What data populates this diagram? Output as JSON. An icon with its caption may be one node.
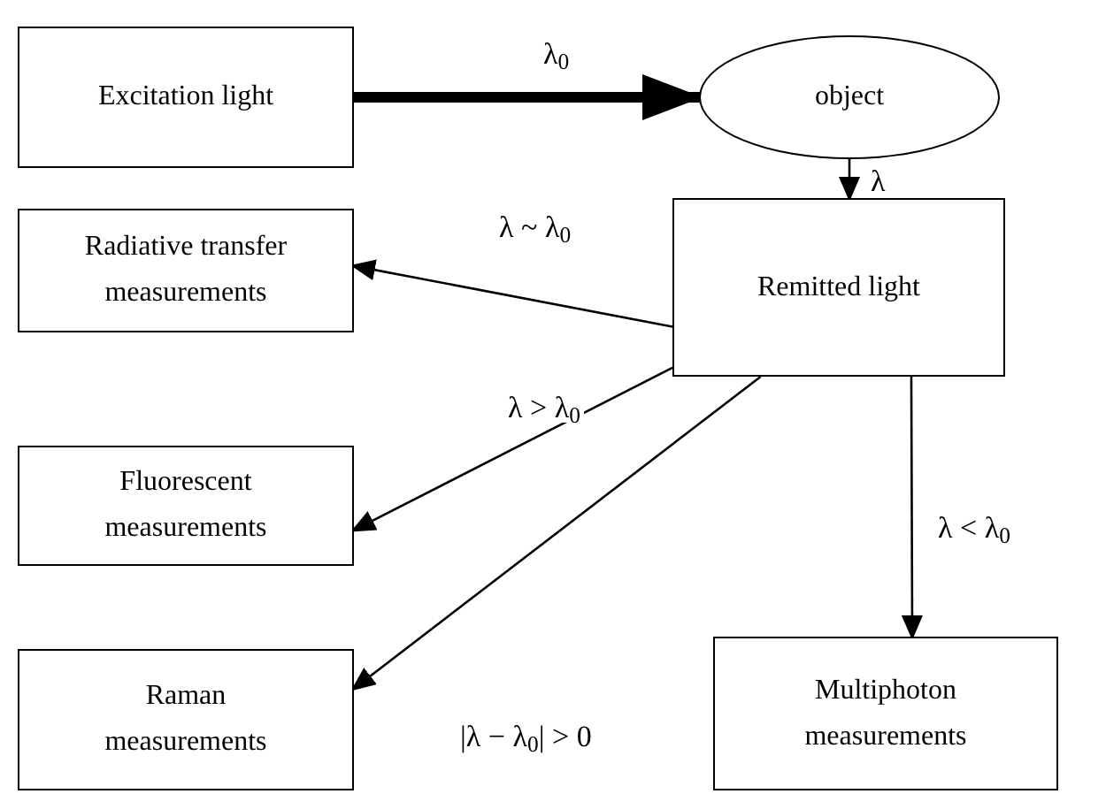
{
  "diagram": {
    "nodes": [
      {
        "text": [
          "Excitation light"
        ]
      },
      {
        "text": [
          "object"
        ]
      },
      {
        "text": [
          "Radiative transfer measurements"
        ]
      },
      {
        "text": [
          "Remitted light"
        ]
      },
      {
        "text": [
          "Fluorescent measurements"
        ]
      },
      {
        "text": [
          "Raman measurements"
        ]
      },
      {
        "text": [
          "Multiphoton measurements"
        ]
      }
    ],
    "edges": [
      {
        "from": 0,
        "to": 1,
        "arrow": "to",
        "label": "λ$_{0}$",
        "style": "thick"
      },
      {
        "from": 1,
        "to": 3,
        "arrow": "to",
        "label": "λ"
      },
      {
        "from": 3,
        "to": 2,
        "arrow": "to",
        "label": "λ ~ λ$_{0}$"
      },
      {
        "from": 3,
        "to": 4,
        "arrow": "to",
        "label": "λ > λ$_{0}$"
      },
      {
        "from": 3,
        "to": 5,
        "arrow": "to",
        "label": "|λ − λ$_{0}$| > 0"
      },
      {
        "from": 3,
        "to": 6,
        "arrow": "to",
        "label": "λ < λ$_{0}$"
      }
    ]
  }
}
